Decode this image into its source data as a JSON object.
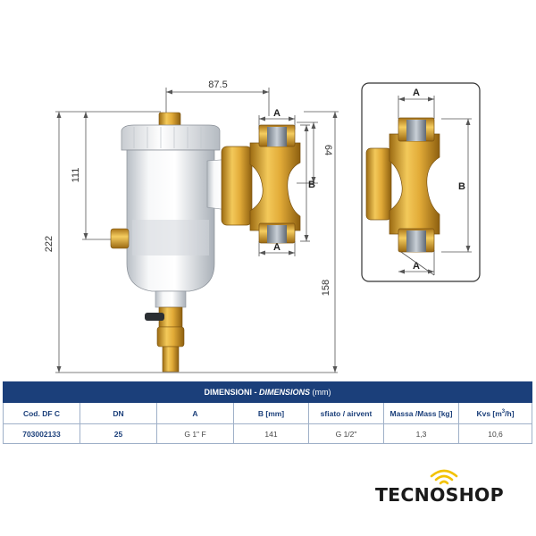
{
  "dimensions_drawing": {
    "label_top_width": "87.5",
    "label_upper_height": "111",
    "label_total_height": "222",
    "label_lower_height": "158",
    "label_port_spacing": "64",
    "label_port_top": "A",
    "label_port_bottom": "A",
    "label_body_width": "B"
  },
  "detail_drawing": {
    "label_port_top": "A",
    "label_port_bottom": "A",
    "label_body_width": "B"
  },
  "table": {
    "title_main": "DIMENSIONI - ",
    "title_em": "DIMENSIONS",
    "title_unit": " (mm)",
    "headers": {
      "code": "Cod. DF C",
      "dn": "DN",
      "a": "A",
      "b": "B [mm]",
      "airvent": "sfiato / airvent",
      "mass": "Massa /Mass [kg]",
      "kvs_pre": "Kvs [m",
      "kvs_sup": "3",
      "kvs_post": "/h]"
    },
    "row": {
      "code": "703002133",
      "dn": "25",
      "a": "G 1\" F",
      "b": "141",
      "airvent": "G 1/2\"",
      "mass": "1,3",
      "kvs": "10,6"
    }
  },
  "logo": {
    "brand": "TECNOSHOP",
    "accent_color": "#f2c200",
    "icon": "wifi-icon"
  },
  "colors": {
    "table_header": "#1b3f7a",
    "brass": "#d7a437",
    "chrome": "#e9ecef"
  }
}
